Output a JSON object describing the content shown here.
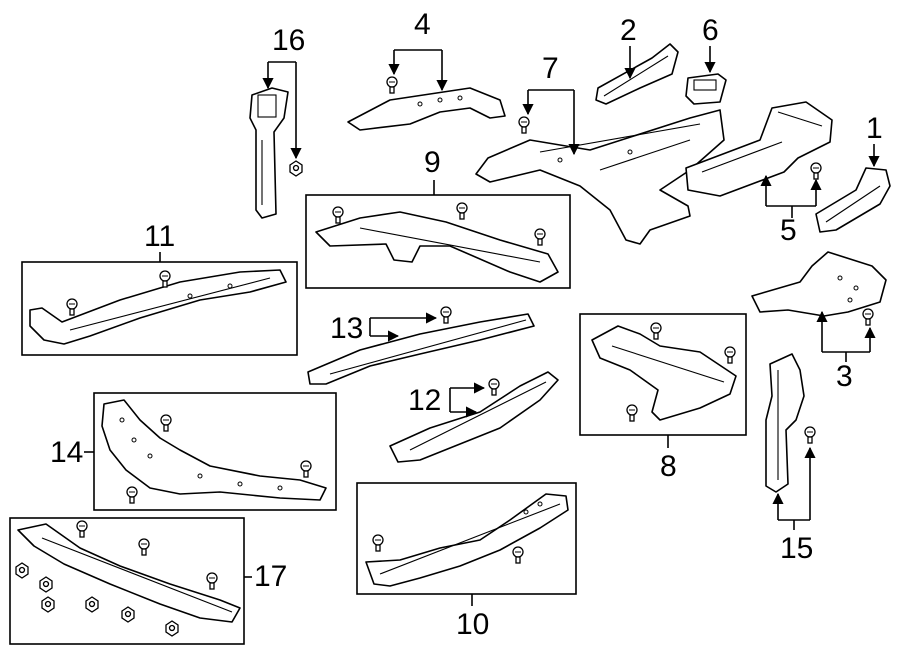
{
  "diagram": {
    "callouts": [
      {
        "id": "1",
        "label": "1"
      },
      {
        "id": "2",
        "label": "2"
      },
      {
        "id": "3",
        "label": "3"
      },
      {
        "id": "4",
        "label": "4"
      },
      {
        "id": "5",
        "label": "5"
      },
      {
        "id": "6",
        "label": "6"
      },
      {
        "id": "7",
        "label": "7"
      },
      {
        "id": "8",
        "label": "8"
      },
      {
        "id": "9",
        "label": "9"
      },
      {
        "id": "10",
        "label": "10"
      },
      {
        "id": "11",
        "label": "11"
      },
      {
        "id": "12",
        "label": "12"
      },
      {
        "id": "13",
        "label": "13"
      },
      {
        "id": "14",
        "label": "14"
      },
      {
        "id": "15",
        "label": "15"
      },
      {
        "id": "16",
        "label": "16"
      },
      {
        "id": "17",
        "label": "17"
      }
    ],
    "colors": {
      "line": "#000000",
      "background": "#ffffff"
    }
  }
}
